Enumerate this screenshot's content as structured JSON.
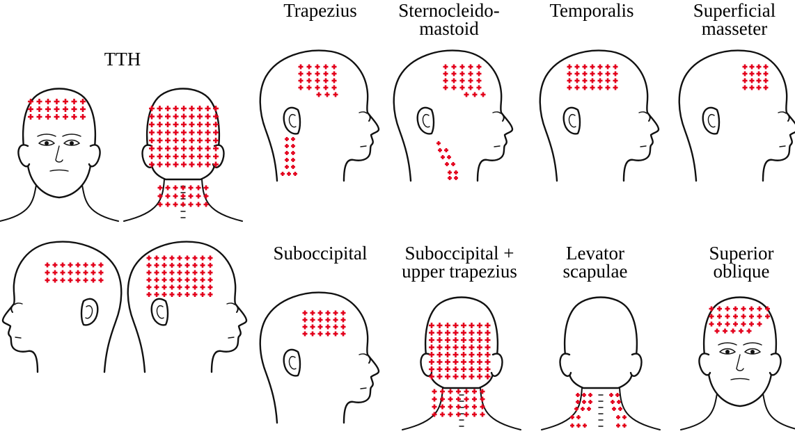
{
  "colors": {
    "marker": "#e3001b",
    "ink": "#111111",
    "background": "#ffffff"
  },
  "marker_symbol": "+",
  "group_title": "TTH",
  "tth_views": [
    {
      "id": "tth-front",
      "view": "front"
    },
    {
      "id": "tth-back",
      "view": "back-neck"
    },
    {
      "id": "tth-left",
      "view": "left-profile"
    },
    {
      "id": "tth-right",
      "view": "right-profile"
    }
  ],
  "muscles": [
    {
      "id": "trapezius",
      "lines": [
        "Trapezius"
      ],
      "view": "right-profile"
    },
    {
      "id": "sternocleidomastoid",
      "lines": [
        "Sternocleido-",
        "mastoid"
      ],
      "view": "right-profile"
    },
    {
      "id": "temporalis",
      "lines": [
        "Temporalis"
      ],
      "view": "right-profile"
    },
    {
      "id": "superficial-masseter",
      "lines": [
        "Superficial",
        "masseter"
      ],
      "view": "right-profile"
    },
    {
      "id": "suboccipital",
      "lines": [
        "Suboccipital"
      ],
      "view": "right-profile"
    },
    {
      "id": "suboccipital-upper-trapezius",
      "lines": [
        "Suboccipital +",
        "upper trapezius"
      ],
      "view": "back-neck"
    },
    {
      "id": "levator-scapulae",
      "lines": [
        "Levator",
        "scapulae"
      ],
      "view": "back-neck"
    },
    {
      "id": "superior-oblique",
      "lines": [
        "Superior",
        "oblique"
      ],
      "view": "front"
    }
  ]
}
